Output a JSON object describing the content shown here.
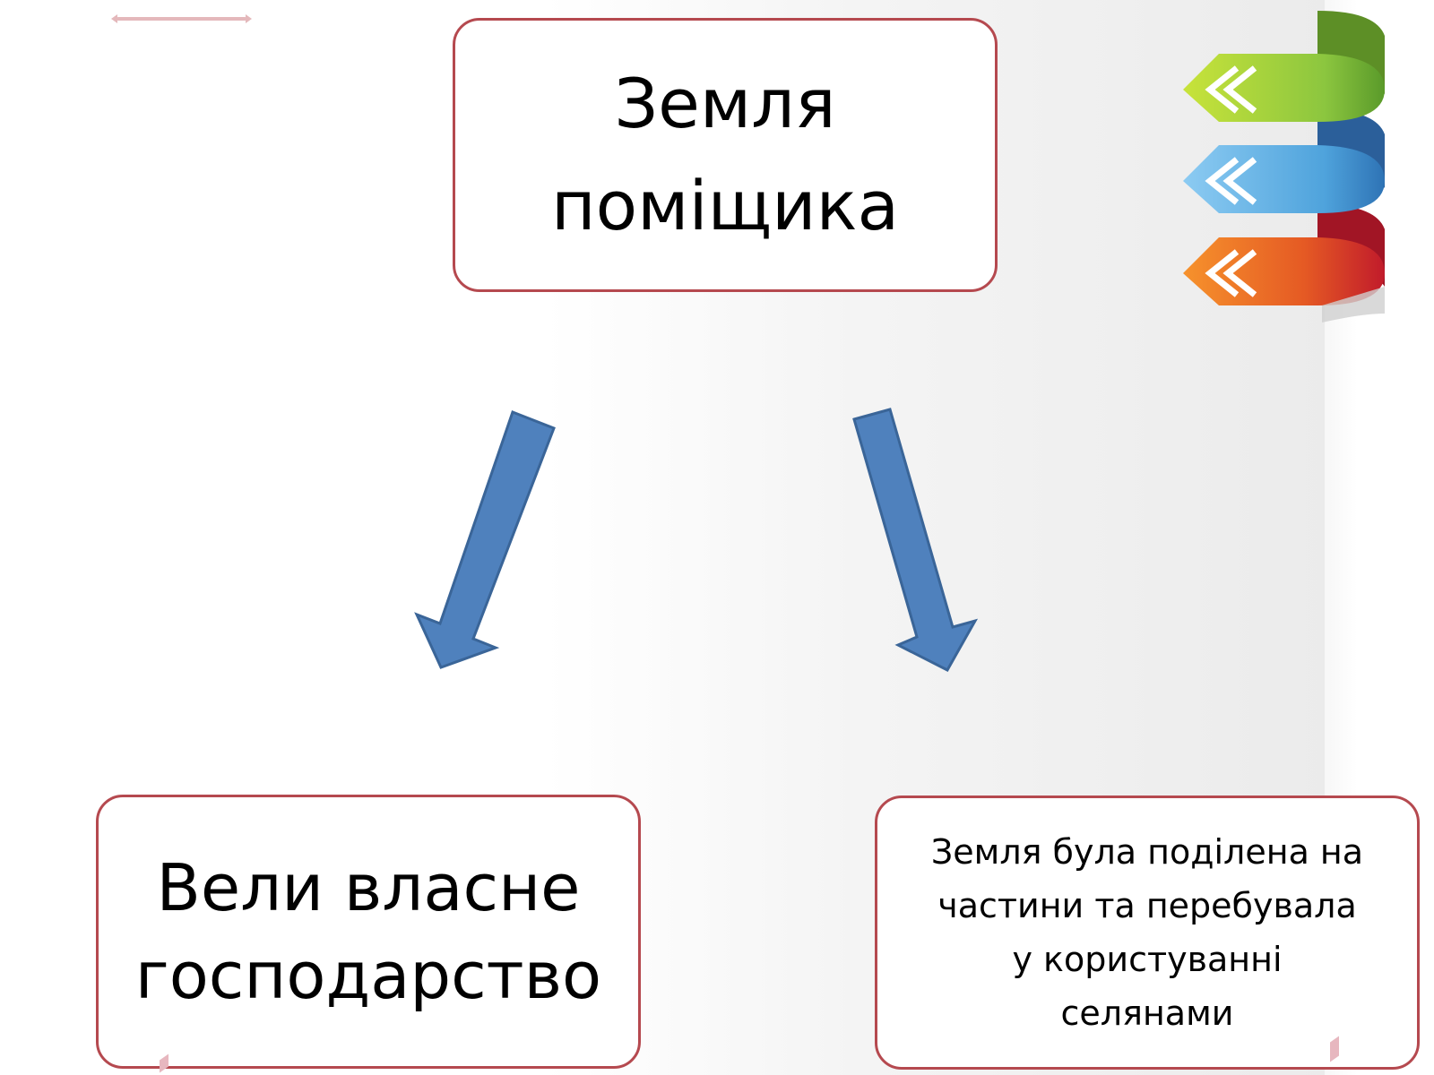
{
  "diagram": {
    "top_box": {
      "lines": [
        "Земля",
        "поміщика"
      ]
    },
    "left_box": {
      "lines": [
        "Вели власне",
        "господарство"
      ]
    },
    "right_box": {
      "lines": [
        "Земля була поділена на",
        "частини та перебувала",
        "у користуванні",
        "селянами"
      ]
    }
  },
  "colors": {
    "box_border": "#b5494f",
    "arrow_fill": "#4f81bd",
    "arrow_stroke": "#3a6598",
    "ribbon_green": "#8cc63f",
    "ribbon_blue": "#4fa3dc",
    "ribbon_red": "#e55a24"
  },
  "icons": [
    "double-chevron-left-icon",
    "double-chevron-left-icon",
    "double-chevron-left-icon"
  ]
}
